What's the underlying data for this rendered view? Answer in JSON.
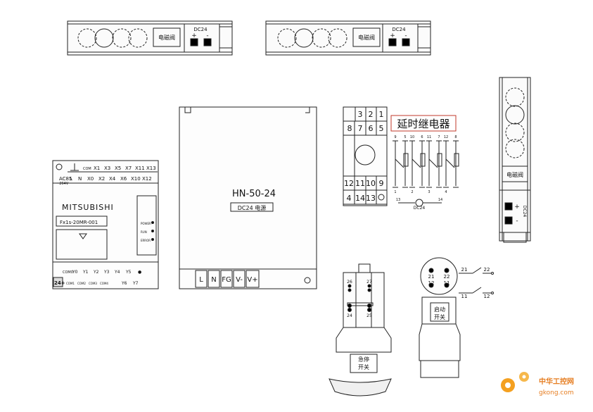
{
  "valve_top_left": {
    "label": "电磁阀",
    "power": "DC24",
    "plus": "+",
    "minus": "-"
  },
  "valve_top_right": {
    "label": "电磁阀",
    "power": "DC24",
    "plus": "+",
    "minus": "-"
  },
  "valve_vertical": {
    "label": "电磁阀",
    "power": "DC24",
    "plus": "+",
    "minus": "-"
  },
  "plc": {
    "brand": "MITSUBISHI",
    "model": "Fx1s-20MR-001",
    "power_spec_1": "AC85",
    "power_spec_2": "~264V",
    "top_terminals": [
      "L",
      "N",
      "COM",
      "X1",
      "X3",
      "X5",
      "X7",
      "X11",
      "X13"
    ],
    "top_terminals_row2": [
      "X0",
      "X2",
      "X4",
      "X6",
      "X10",
      "X12"
    ],
    "bottom_terminals": [
      "COM0",
      "Y0",
      "Y1",
      "Y2",
      "Y3",
      "Y4",
      "Y5",
      "●"
    ],
    "bottom_terminals_row2": [
      "24+",
      "COM1",
      "COM2",
      "COM3",
      "COM4",
      "Y6",
      "Y7"
    ],
    "leds": [
      "POWER",
      "RUN",
      "ERROR"
    ]
  },
  "power_supply": {
    "model": "HN-50-24",
    "desc": "DC24 电源",
    "terminals": [
      "L",
      "N",
      "FG",
      "V-",
      "V+"
    ]
  },
  "relay": {
    "title": "延时继电器",
    "socket_top": [
      [
        "3",
        "2",
        "1"
      ],
      [
        "8",
        "7",
        "6",
        "5"
      ]
    ],
    "socket_bottom": [
      [
        "12",
        "11",
        "10",
        "9"
      ],
      [
        "4",
        "14",
        "13"
      ]
    ],
    "pin_labels": [
      "9",
      "5",
      "1",
      "10",
      "6",
      "2",
      "11",
      "7",
      "3",
      "12",
      "8",
      "4",
      "13",
      "14"
    ],
    "coil": "DC24"
  },
  "emergency_stop": {
    "label_1": "急停",
    "label_2": "开关",
    "contacts": [
      "26",
      "27",
      "24",
      "25"
    ]
  },
  "start_switch": {
    "label_1": "启动",
    "label_2": "开关",
    "contacts": [
      "21",
      "22",
      "12",
      "11"
    ],
    "symbol_labels": [
      "21",
      "22",
      "11",
      "12"
    ]
  },
  "watermark": {
    "cn": "中华工控网",
    "en": "gkong.com"
  }
}
